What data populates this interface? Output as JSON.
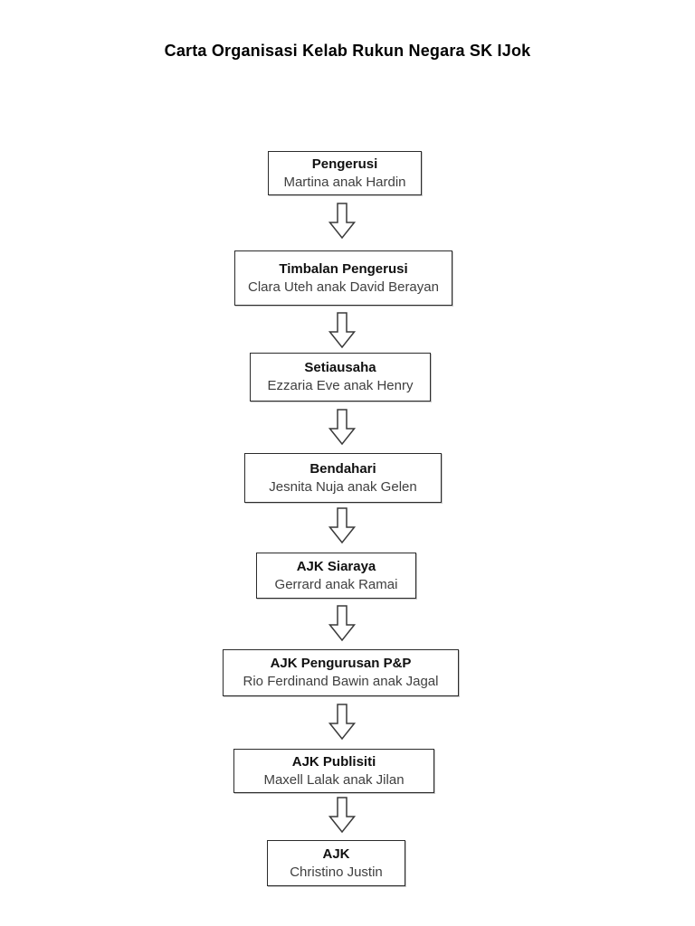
{
  "page": {
    "title": "Carta Organisasi Kelab Rukun Negara SK IJok",
    "background": "#ffffff"
  },
  "diagram": {
    "type": "org-chart-vertical",
    "connector": "hollow-down-block-arrow",
    "colors": {
      "box_border": "#2b2b2b",
      "box_fill": "#ffffff",
      "role_text": "#101010",
      "name_text": "#3f3f3f",
      "arrow_outline": "#3a3a3a",
      "arrow_fill": "#ffffff"
    },
    "nodes": [
      {
        "role": "Pengerusi",
        "name": "Martina anak Hardin"
      },
      {
        "role": "Timbalan Pengerusi",
        "name": "Clara Uteh anak David Berayan"
      },
      {
        "role": "Setiausaha",
        "name": "Ezzaria Eve anak Henry"
      },
      {
        "role": "Bendahari",
        "name": "Jesnita Nuja anak Gelen"
      },
      {
        "role": "AJK Siaraya",
        "name": "Gerrard anak Ramai"
      },
      {
        "role": "AJK Pengurusan P&P",
        "name": "Rio Ferdinand Bawin anak Jagal"
      },
      {
        "role": "AJK Publisiti",
        "name": "Maxell Lalak anak Jilan"
      },
      {
        "role": "AJK",
        "name": "Christino Justin"
      }
    ]
  }
}
